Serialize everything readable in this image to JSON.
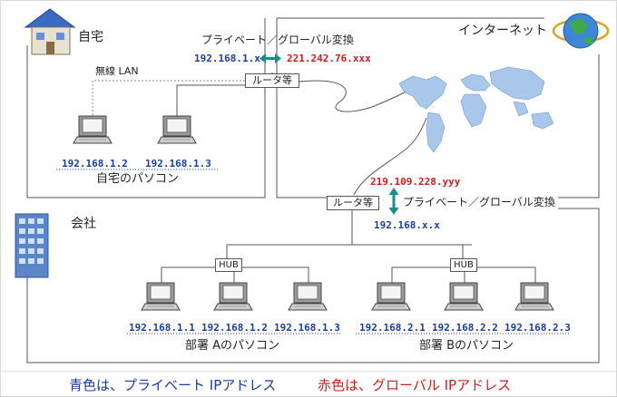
{
  "home": {
    "title": "自宅",
    "wireless_label": "無線 LAN",
    "router_label": "ルータ等",
    "nat_label": "プライベート／グローバル変換",
    "private_ip": "192.168.1.x",
    "global_ip": "221.242.76.xxx",
    "pcs": [
      {
        "ip": "192.168.1.2"
      },
      {
        "ip": "192.168.1.3"
      }
    ],
    "pcs_caption": "自宅のパソコン"
  },
  "internet": {
    "title": "インターネット"
  },
  "company": {
    "title": "会社",
    "router_label": "ルータ等",
    "nat_label": "プライベート／グローバル変換",
    "global_ip": "219.109.228.yyy",
    "private_ip": "192.168.x.x",
    "dept_a": {
      "hub_label": "HUB",
      "pcs": [
        {
          "ip": "192.168.1.1"
        },
        {
          "ip": "192.168.1.2"
        },
        {
          "ip": "192.168.1.3"
        }
      ],
      "caption": "部署 Aのパソコン"
    },
    "dept_b": {
      "hub_label": "HUB",
      "pcs": [
        {
          "ip": "192.168.2.1"
        },
        {
          "ip": "192.168.2.2"
        },
        {
          "ip": "192.168.2.3"
        }
      ],
      "caption": "部署 Bのパソコン"
    }
  },
  "legend": {
    "blue_text": "青色は、プライベート IPアドレス",
    "red_text": "赤色は、グローバル IPアドレス"
  },
  "colors": {
    "private": "#1a3c9e",
    "global": "#d21c1c",
    "arrow": "#1a8f86"
  }
}
